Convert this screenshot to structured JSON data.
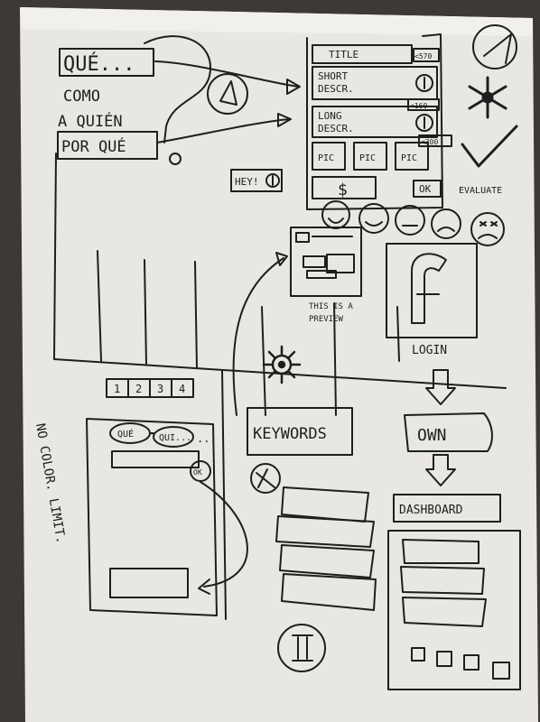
{
  "board": {
    "questions": [
      "QUÉ...",
      "COMO",
      "A QUIÉN",
      "POR QUÉ"
    ],
    "form": {
      "title_label": "TITLE",
      "title_limit": "<570",
      "short_label_1": "SHORT",
      "short_label_2": "DESCR.",
      "long_label_1": "LONG",
      "long_label_2": "DESCR.",
      "long_limit": "<160",
      "pic_limit": "<300",
      "pics": [
        "PIC",
        "PIC",
        "PIC"
      ],
      "price_symbol": "$",
      "ok_label": "OK"
    },
    "hey_label": "HEY!",
    "evaluate_label": "EVALUATE",
    "preview_caption_1": "THIS IS A",
    "preview_caption_2": "PREVIEW",
    "login_label": "LOGIN",
    "keywords_label": "KEYWORDS",
    "own_label": "OWN",
    "dashboard_label": "DASHBOARD",
    "steps": [
      "1",
      "2",
      "3",
      "4"
    ],
    "side_note": "NO COLOR. LIMIT.",
    "flow_bubbles": [
      "QUÉ",
      "QUI..."
    ],
    "flow_ok": "OK",
    "ellipsis": "...",
    "roman_numeral": "II"
  }
}
